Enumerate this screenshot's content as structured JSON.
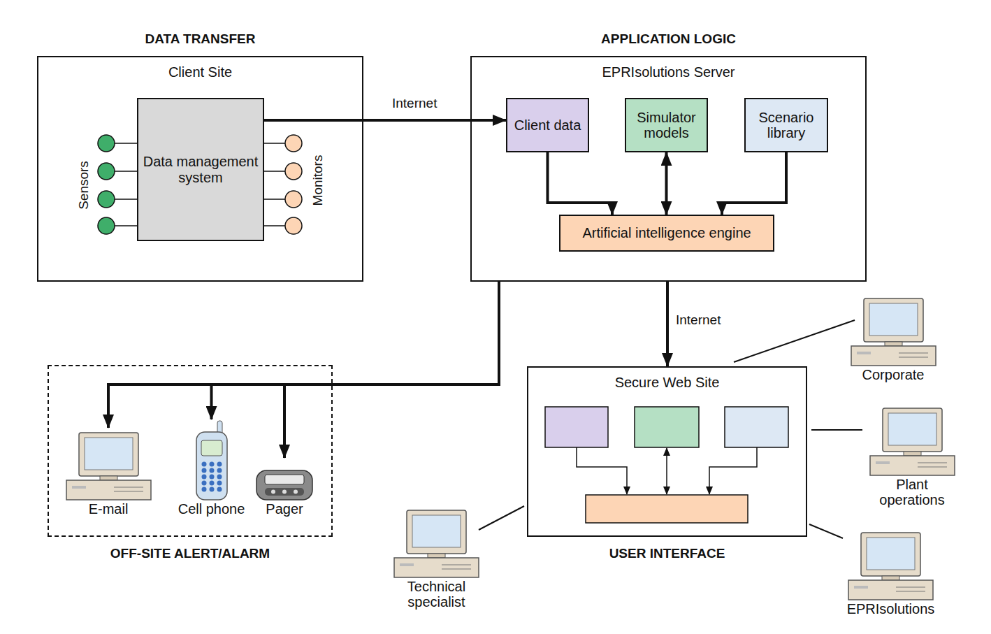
{
  "diagram": {
    "nodes": [
      {
        "text": [
          "DATA TRANSFER",
          "Client Site"
        ]
      },
      {
        "text": [
          "Data management system"
        ],
        "in": 0
      },
      {
        "text": [
          "APPLICATION LOGIC",
          "EPRIsolutions Server"
        ]
      },
      {
        "text": [
          "Client data"
        ],
        "in": 2
      },
      {
        "text": [
          "Simulator models"
        ],
        "in": 2
      },
      {
        "text": [
          "Scenario library"
        ],
        "in": 2
      },
      {
        "text": [
          "Artificial intelligence engine"
        ],
        "in": 2
      },
      {
        "text": [
          "OFF-SITE ALERT/ALARM"
        ]
      },
      {
        "text": [
          "E-mail"
        ],
        "in": 7
      },
      {
        "text": [
          "Cell phone"
        ],
        "in": 7
      },
      {
        "text": [
          "Pager"
        ],
        "in": 7
      },
      {
        "text": [
          "Secure Web Site",
          "USER INTERFACE"
        ]
      },
      {
        "text": [
          "Corporate"
        ]
      },
      {
        "text": [
          "Plant operations"
        ]
      },
      {
        "text": [
          "Technical specialist"
        ]
      },
      {
        "text": [
          "EPRIsolutions"
        ]
      }
    ],
    "edges": [
      {
        "from": 1,
        "to": 3,
        "label": "Internet",
        "arrow": "to"
      },
      {
        "from": 3,
        "to": 6,
        "arrow": "to"
      },
      {
        "from": 4,
        "to": 6,
        "arrow": "both"
      },
      {
        "from": 5,
        "to": 6,
        "arrow": "to"
      },
      {
        "from": 2,
        "to": 11,
        "label": "Internet",
        "arrow": "to"
      },
      {
        "from": 2,
        "to": 8,
        "arrow": "to"
      },
      {
        "from": 2,
        "to": 9,
        "arrow": "to"
      },
      {
        "from": 2,
        "to": 10,
        "arrow": "to"
      },
      {
        "from": 12,
        "to": 11,
        "arrow": "none"
      },
      {
        "from": 13,
        "to": 11,
        "arrow": "none"
      },
      {
        "from": 14,
        "to": 11,
        "arrow": "none"
      },
      {
        "from": 15,
        "to": 11,
        "arrow": "none"
      }
    ],
    "labels": [
      "Sensors",
      "Monitors"
    ]
  }
}
